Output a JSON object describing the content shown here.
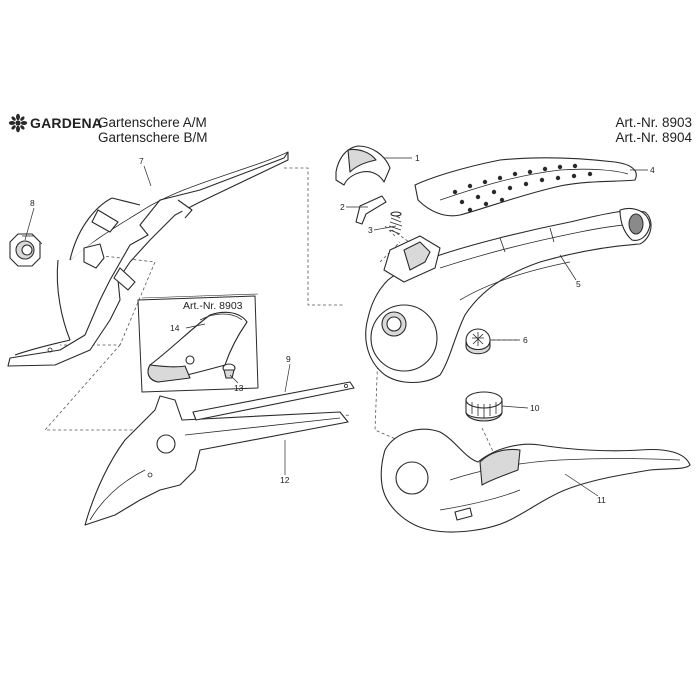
{
  "header": {
    "brand": "GARDENA",
    "title_line1": "Gartenschere A/M",
    "title_line2": "Gartenschere B/M",
    "art_nr_1": "Art.-Nr. 8903",
    "art_nr_2": "Art.-Nr. 8904"
  },
  "inset": {
    "label": "Art.-Nr. 8903"
  },
  "callouts": [
    "1",
    "2",
    "3",
    "4",
    "5",
    "6",
    "7",
    "8",
    "9",
    "10",
    "11",
    "12",
    "13",
    "14"
  ],
  "colors": {
    "line": "#2a2a2a",
    "shade": "#d9d9d9",
    "dark": "#8a8a8a"
  }
}
